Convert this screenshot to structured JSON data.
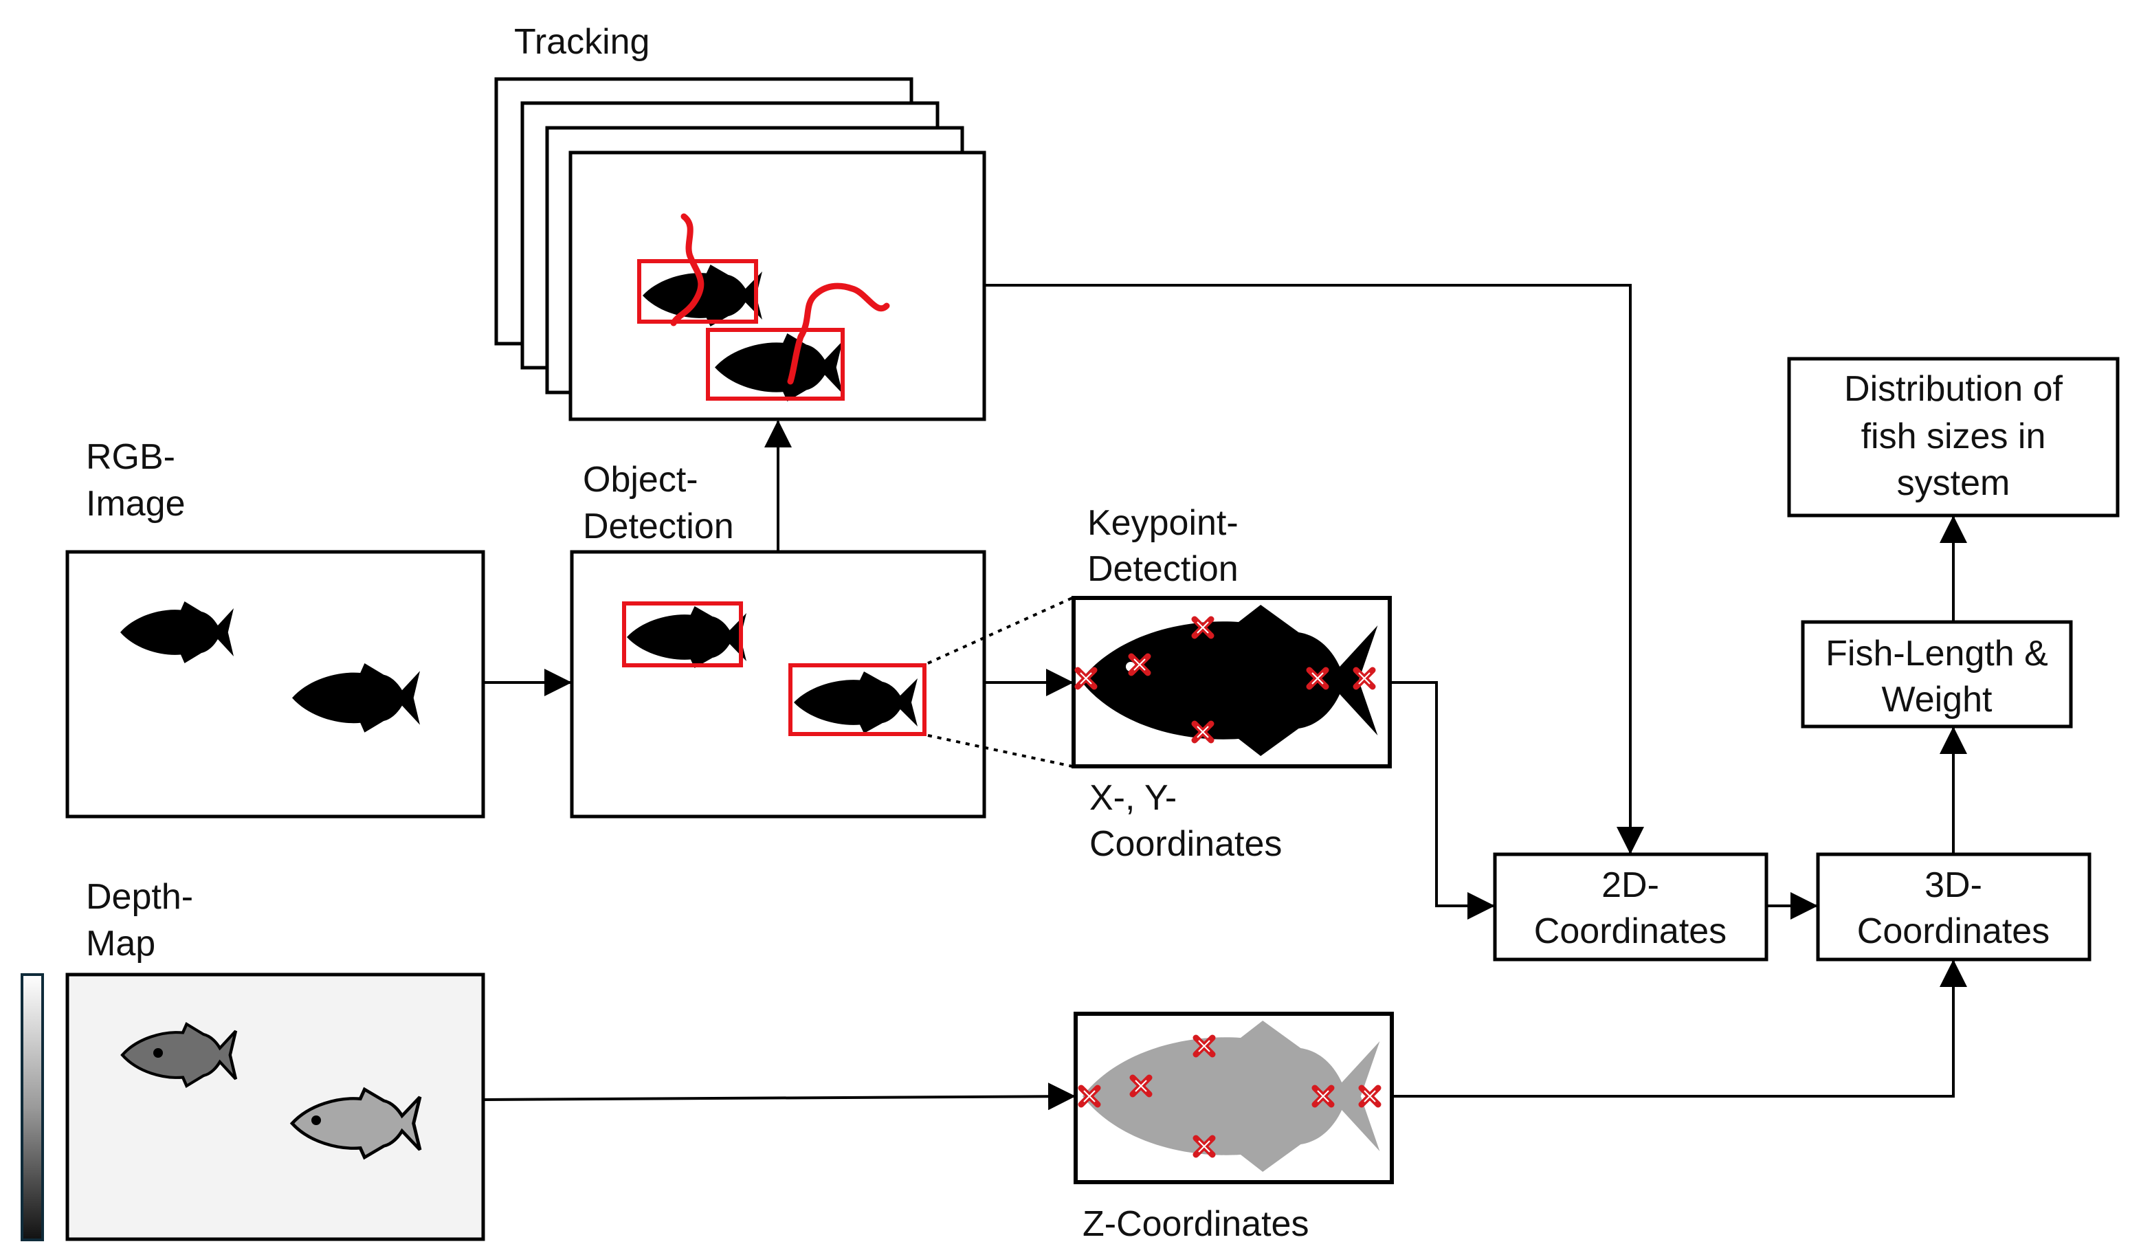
{
  "labels": {
    "tracking": "Tracking",
    "rgb_image": [
      "RGB-",
      "Image"
    ],
    "object_detection": [
      "Object-",
      "Detection"
    ],
    "keypoint_detection": [
      "Keypoint-",
      "Detection"
    ],
    "xy_coordinates": [
      "X-, Y-",
      "Coordinates"
    ],
    "depth_map": [
      "Depth-",
      "Map"
    ],
    "z_coordinates": "Z-Coordinates",
    "coords_2d": [
      "2D-",
      "Coordinates"
    ],
    "coords_3d": [
      "3D-",
      "Coordinates"
    ],
    "fish_length_weight": [
      "Fish-Length &",
      "Weight"
    ],
    "distribution": [
      "Distribution of",
      "fish sizes in",
      "system"
    ]
  },
  "colors": {
    "stroke": "#000000",
    "detection_box": "#e8141b",
    "keypoint": "#d61a1f",
    "fish": "#000000",
    "fish_depth_dark": "#6e6e6e",
    "fish_depth_light": "#a8a8a8",
    "fish_keypoint_depth": "#a6a6a6",
    "depth_background": "#f3f3f3"
  },
  "icons": [
    "fish-icon",
    "keypoint-marker-icon",
    "tracking-trail-icon",
    "depth-scale-bar-icon"
  ]
}
